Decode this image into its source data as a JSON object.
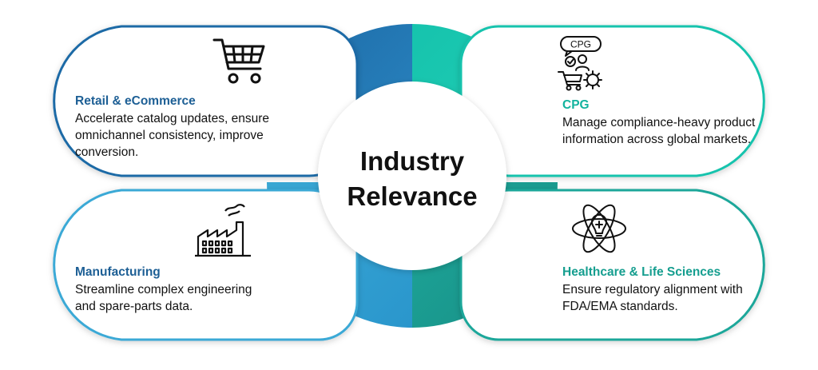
{
  "center": {
    "line1": "Industry",
    "line2": "Relevance"
  },
  "icons": {
    "cpg_badge": "CPG"
  },
  "colors": {
    "retail": "#1d6aa6",
    "manufacturing": "#3aa9d6",
    "cpg": "#16c3ad",
    "healthcare": "#1ea79a"
  },
  "cards": [
    {
      "title": "Retail & eCommerce",
      "description": "Accelerate catalog updates, ensure omnichannel consistency, improve conversion.",
      "icon": "shopping-cart-icon"
    },
    {
      "title": "Manufacturing",
      "description": "Streamline complex engineering and spare-parts data.",
      "icon": "factory-icon"
    },
    {
      "title": "CPG",
      "description": "Manage compliance-heavy product information across global markets.",
      "icon": "cpg-icon"
    },
    {
      "title": "Healthcare & Life Sciences",
      "description": "Ensure regulatory alignment with FDA/EMA standards.",
      "icon": "atom-lightbulb-icon"
    }
  ]
}
